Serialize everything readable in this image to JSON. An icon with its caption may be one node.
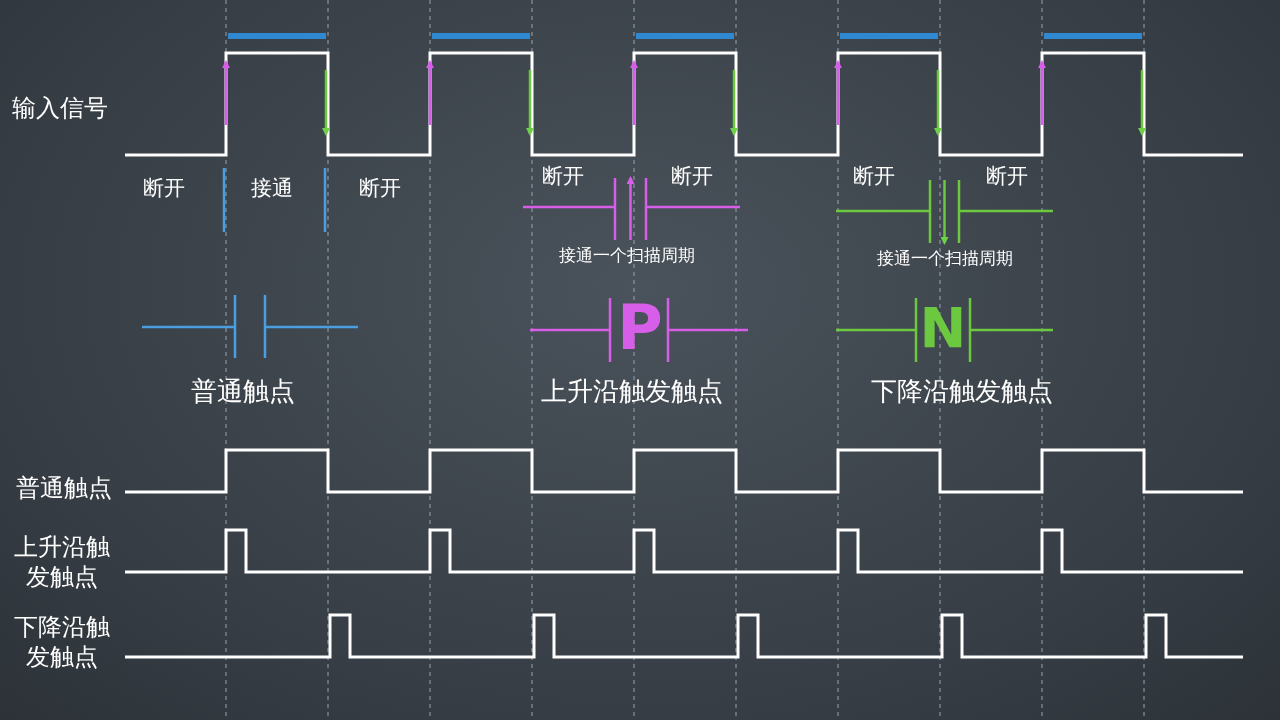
{
  "diagram": {
    "labels": [
      "输入信号",
      "断开",
      "接通",
      "断开",
      "断开",
      "断开",
      "接通一个扫描周期",
      "断开",
      "断开",
      "接通一个扫描周期",
      "P",
      "N",
      "普通触点",
      "上升沿触发触点",
      "下降沿触发触点",
      "普通触点",
      "上升沿触发触点",
      "下降沿触发触点"
    ]
  }
}
